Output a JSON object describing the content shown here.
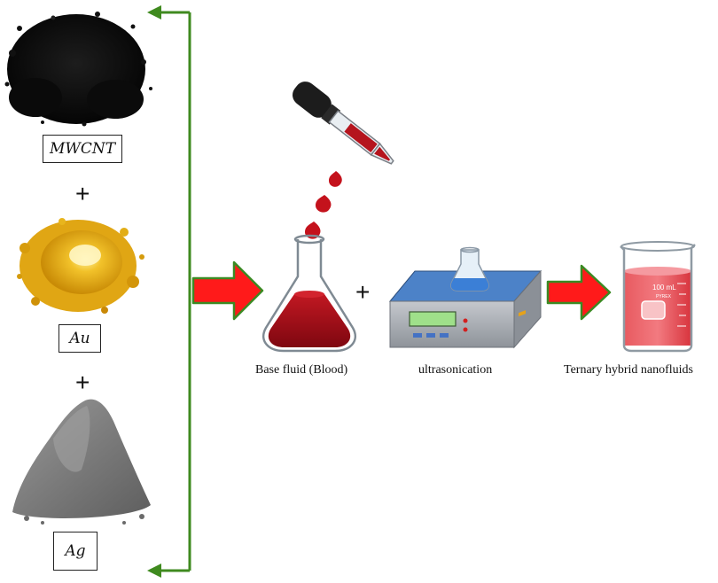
{
  "materials": {
    "mwcnt": "MWCNT",
    "au": "Au",
    "ag": "Ag"
  },
  "symbols": {
    "plus_1": "+",
    "plus_2": "+",
    "plus_3": "+"
  },
  "steps": {
    "base_fluid": "Base fluid (Blood)",
    "ultrasonication": "ultrasonication",
    "product": "Ternary hybrid nanofluids"
  },
  "beaker_text": {
    "volume": "100 mL",
    "brand": "PYREX"
  },
  "colors": {
    "bracket_green": "#3f8a1f",
    "arrow_red": "#ff1a1a",
    "arrow_outline": "#3b8a23",
    "blood": "#a8101a",
    "product_liquid": "#e0414a",
    "device_top": "#4c82c8",
    "device_body": "#aeb2b8"
  }
}
